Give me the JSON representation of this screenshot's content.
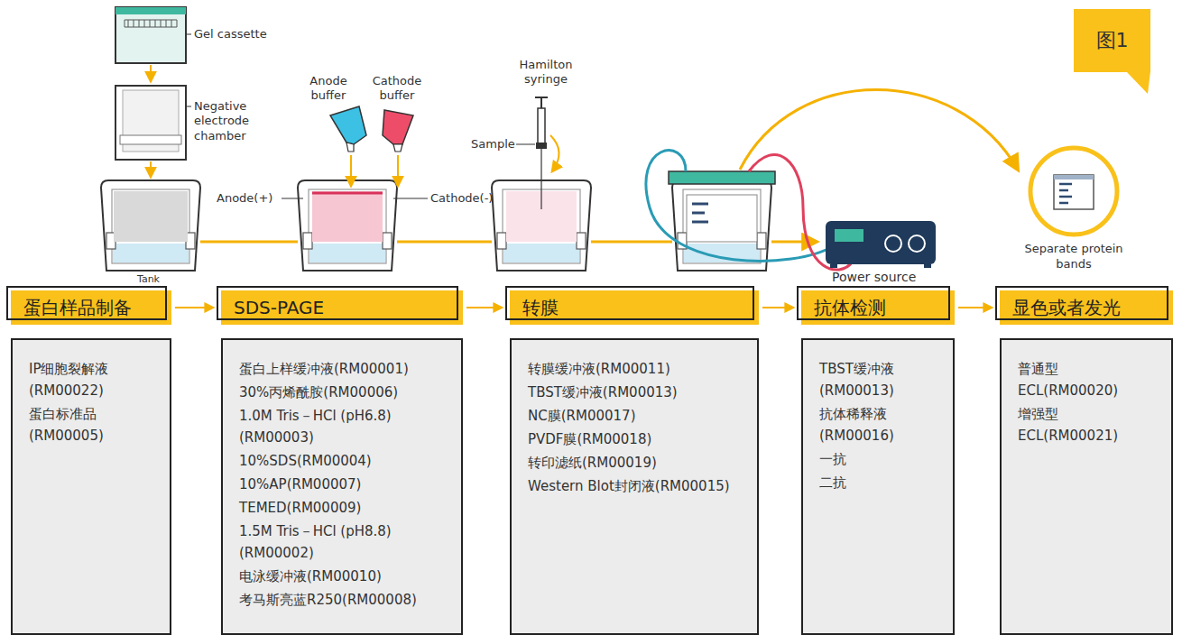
{
  "diagram": {
    "nodes": [
      {
        "text": [
          "图1"
        ]
      },
      {
        "text": [
          "Separate protein bands"
        ]
      },
      {
        "text": [
          "蛋白样品制备"
        ]
      },
      {
        "text": [
          "SDS-PAGE"
        ]
      },
      {
        "text": [
          "转膜"
        ]
      },
      {
        "text": [
          "抗体检测"
        ]
      },
      {
        "text": [
          "显色或者发光"
        ]
      },
      {
        "text": [
          "IP细胞裂解液 (RM00022)",
          "蛋白标准品 (RM00005)"
        ]
      },
      {
        "text": [
          "蛋白上样缓冲液(RM00001)",
          "30%丙烯酰胺(RM00006)",
          "1.0M Tris－HCl (pH6.8) (RM00003)",
          "10%SDS(RM00004)",
          "10%AP(RM00007)",
          "TEMED(RM00009)",
          "1.5M Tris－HCl (pH8.8) (RM00002)",
          "电泳缓冲液(RM00010)",
          "考马斯亮蓝R250(RM00008)"
        ]
      },
      {
        "text": [
          "转膜缓冲液(RM00011)",
          "TBST缓冲液(RM00013)",
          "NC膜(RM00017)",
          "PVDF膜(RM00018)",
          "转印滤纸(RM00019)",
          "Western Blot封闭液(RM00015)"
        ]
      },
      {
        "text": [
          "TBST缓冲液(RM00013)",
          "抗体稀释液(RM00016)",
          "一抗",
          "二抗"
        ]
      },
      {
        "text": [
          "普通型ECL(RM00020)",
          "增强型ECL(RM00021)"
        ]
      }
    ],
    "edges": [
      {
        "from": 2,
        "to": 3,
        "arrow": "to"
      },
      {
        "from": 3,
        "to": 4,
        "arrow": "to"
      },
      {
        "from": 4,
        "to": 5,
        "arrow": "to"
      },
      {
        "from": 5,
        "to": 6,
        "arrow": "to"
      }
    ],
    "labels": [
      "Gel cassette",
      "Negative electrode chamber",
      "Anode buffer",
      "Cathode buffer",
      "Hamilton syringe",
      "Sample",
      "Anode(+)",
      "Cathode(-)",
      "Tank",
      "Power source"
    ]
  }
}
